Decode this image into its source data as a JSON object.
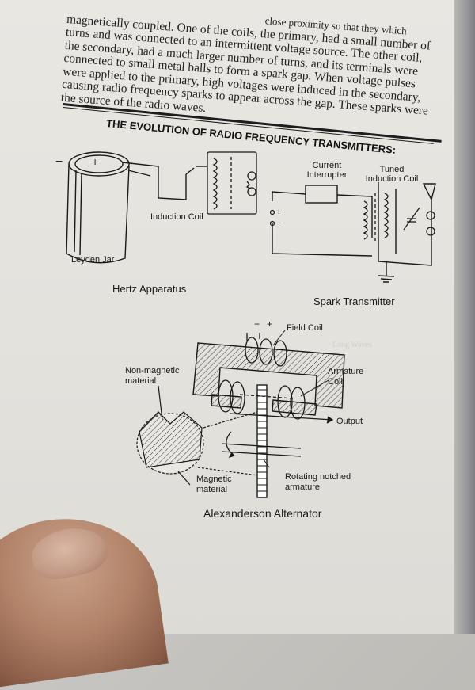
{
  "paragraph": {
    "lines": [
      "magnetically coupled. One of the coils, the primary, had a small number of",
      "turns and was connected to an intermittent voltage source. The other coil,",
      "the secondary, had a much larger number of turns, and its terminals were",
      "connected to small metal balls to form a spark gap. When voltage pulses",
      "were applied to the primary, high voltages were induced in the secondary,",
      "causing radio frequency sparks to appear across the gap. These sparks were",
      "the source of the radio waves."
    ],
    "top_fragment": "close proximity so that they which"
  },
  "section_heading": "THE EVOLUTION OF RADIO FREQUENCY TRANSMITTERS:",
  "hertz": {
    "minus_sign": "−",
    "plus_sign": "+",
    "induction_coil_label": "Induction Coil",
    "leyden_jar_label": "Leyden Jar",
    "caption": "Hertz Apparatus"
  },
  "spark": {
    "current_interrupter_label": "Current Interrupter",
    "tuned_induction_coil_label": "Tuned Induction Coil",
    "caption": "Spark Transmitter",
    "plus_sign": "+",
    "minus_sign": "−"
  },
  "alternator": {
    "field_coil_label": "Field Coil",
    "armature_coil_label": "Armature Coil",
    "non_magnetic_label": "Non-magnetic material",
    "magnetic_label": "Magnetic material",
    "output_label": "Output",
    "rotating_label": "Rotating notched armature",
    "caption": "Alexanderson Alternator",
    "minus_sign": "−",
    "plus_sign": "+"
  },
  "icons": [
    "thumb",
    "book-edge"
  ]
}
